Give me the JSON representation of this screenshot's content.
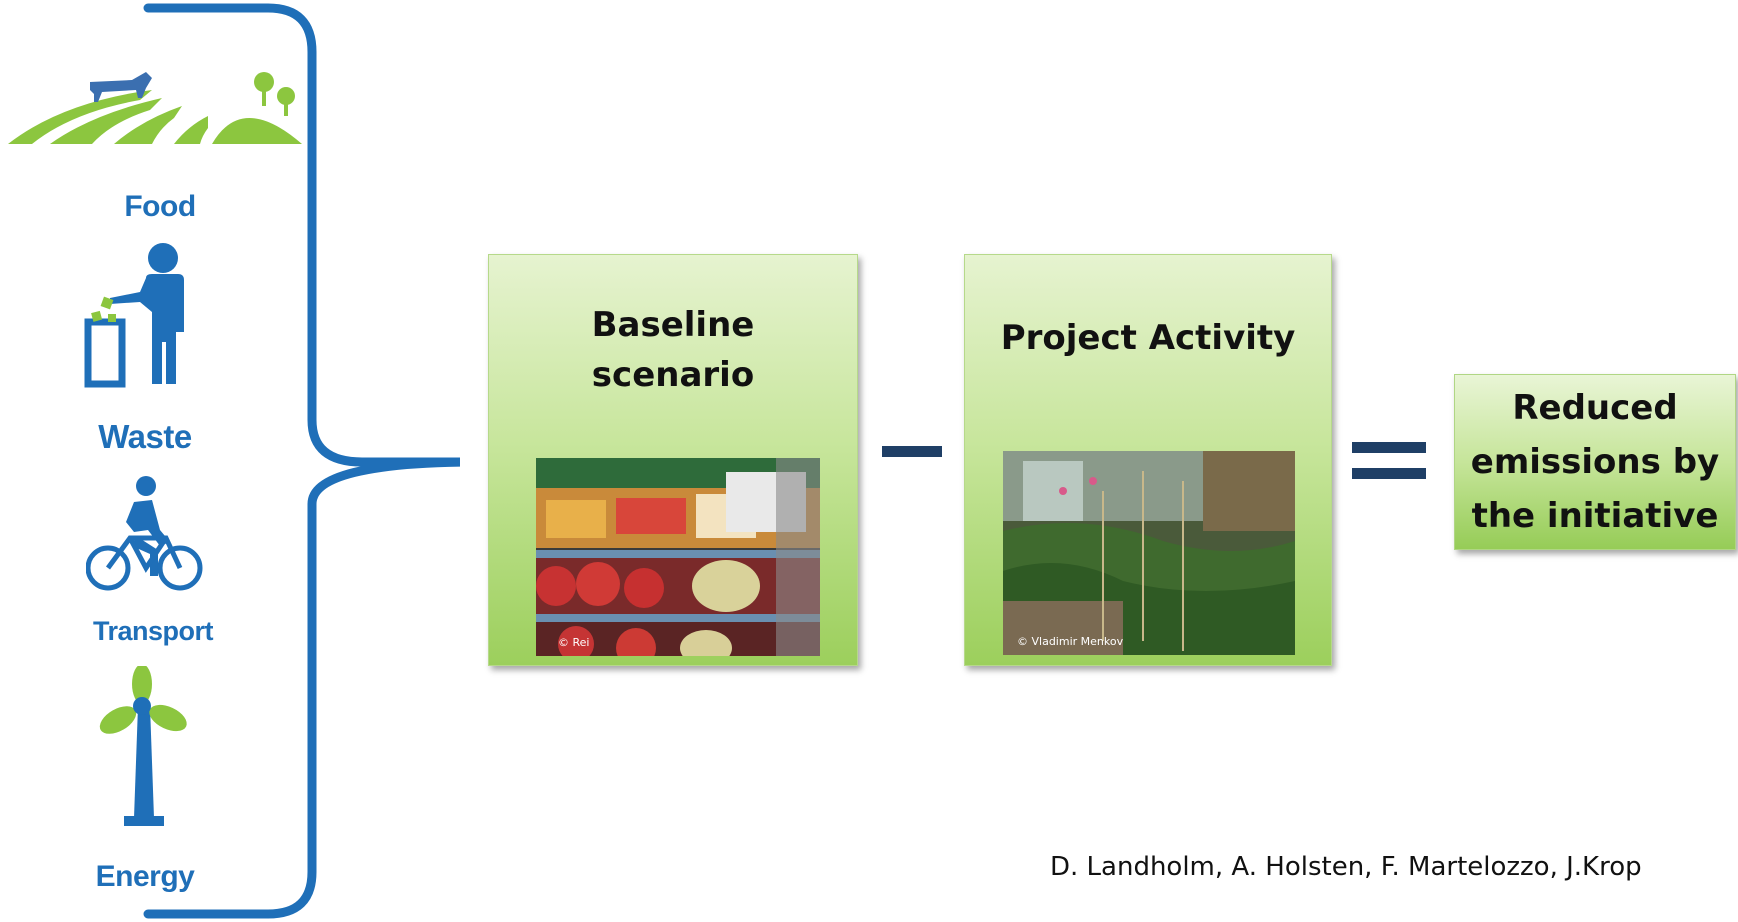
{
  "categories": {
    "food": "Food",
    "waste": "Waste",
    "transport": "Transport",
    "energy": "Energy"
  },
  "baseline": {
    "title_line1": "Baseline",
    "title_line2": "scenario",
    "photo_credit": "© Rei"
  },
  "project": {
    "title": "Project Activity",
    "photo_credit": "© Vladimir Menkov"
  },
  "result": {
    "line1": "Reduced",
    "line2": "emissions by",
    "line3": "the initiative"
  },
  "citation": "D. Landholm, A. Holsten, F. Martelozzo, J.Krop",
  "colors": {
    "brace": "#1f6fb8",
    "icon_blue": "#1f6fb8",
    "icon_green": "#8cc63f",
    "operator": "#1f3f66"
  },
  "icons": [
    "farm-icon",
    "waste-person-icon",
    "cyclist-icon",
    "wind-turbine-icon"
  ]
}
